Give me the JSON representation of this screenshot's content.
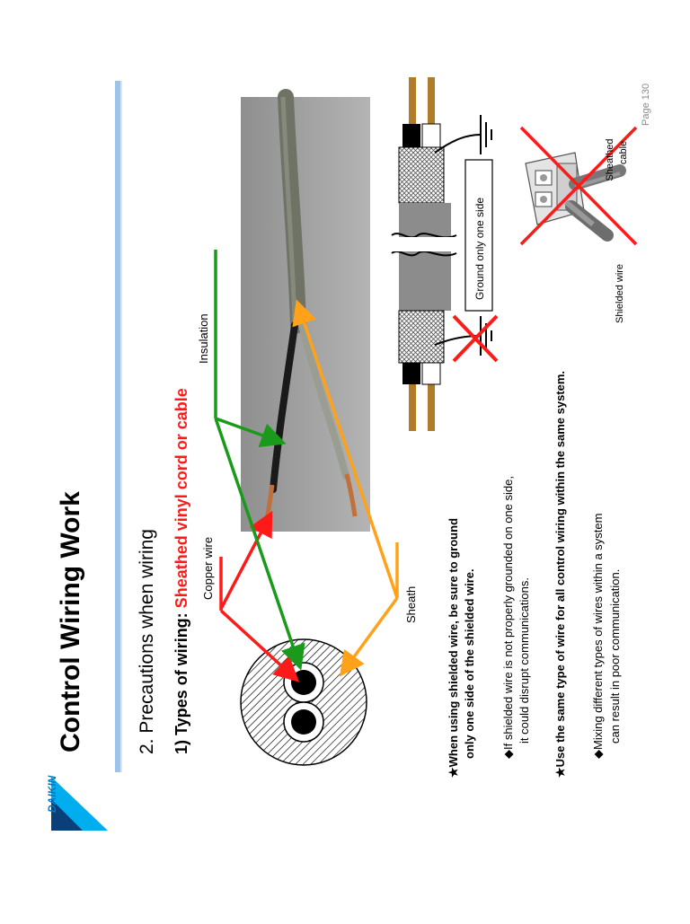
{
  "slide": {
    "brand": "DAIKIN",
    "title": "Control Wiring Work",
    "page_label": "Page 130",
    "section": "2. Precautions when wiring",
    "subsection_prefix": "1) Types of wiring: ",
    "subsection_highlight": "Sheathed vinyl cord or cable"
  },
  "photo_labels": {
    "insulation": "Insulation",
    "copper_wire": "Copper wire",
    "sheath": "Sheath"
  },
  "ground_diagram": {
    "ground_label": "Ground only one side"
  },
  "mixed_diagram": {
    "sheathed_cable": [
      "Sheathed",
      "cable"
    ],
    "shielded_wire": "Shielded wire"
  },
  "notes": {
    "n1_bold": [
      "★When using shielded wire, be sure to ground",
      "only one side of the shielded wire."
    ],
    "n1_sub": [
      "◆If shielded wire is not properly grounded on one side,",
      "it could disrupt communications."
    ],
    "n2_bold": "★Use the same type of wire for all control wiring within the same system.",
    "n2_sub": [
      "◆Mixing different types of wires within a system",
      "can result in poor communication."
    ]
  },
  "colors": {
    "title_text": "#000000",
    "highlight_red": "#ff1a1a",
    "arrow_red": "#ff1a1a",
    "arrow_green": "#1a9a1a",
    "arrow_orange": "#ffa21a",
    "rule_blue": "#9ec3e8",
    "logo_blue": "#0079c1",
    "cable_brown": "#b07c2a"
  }
}
